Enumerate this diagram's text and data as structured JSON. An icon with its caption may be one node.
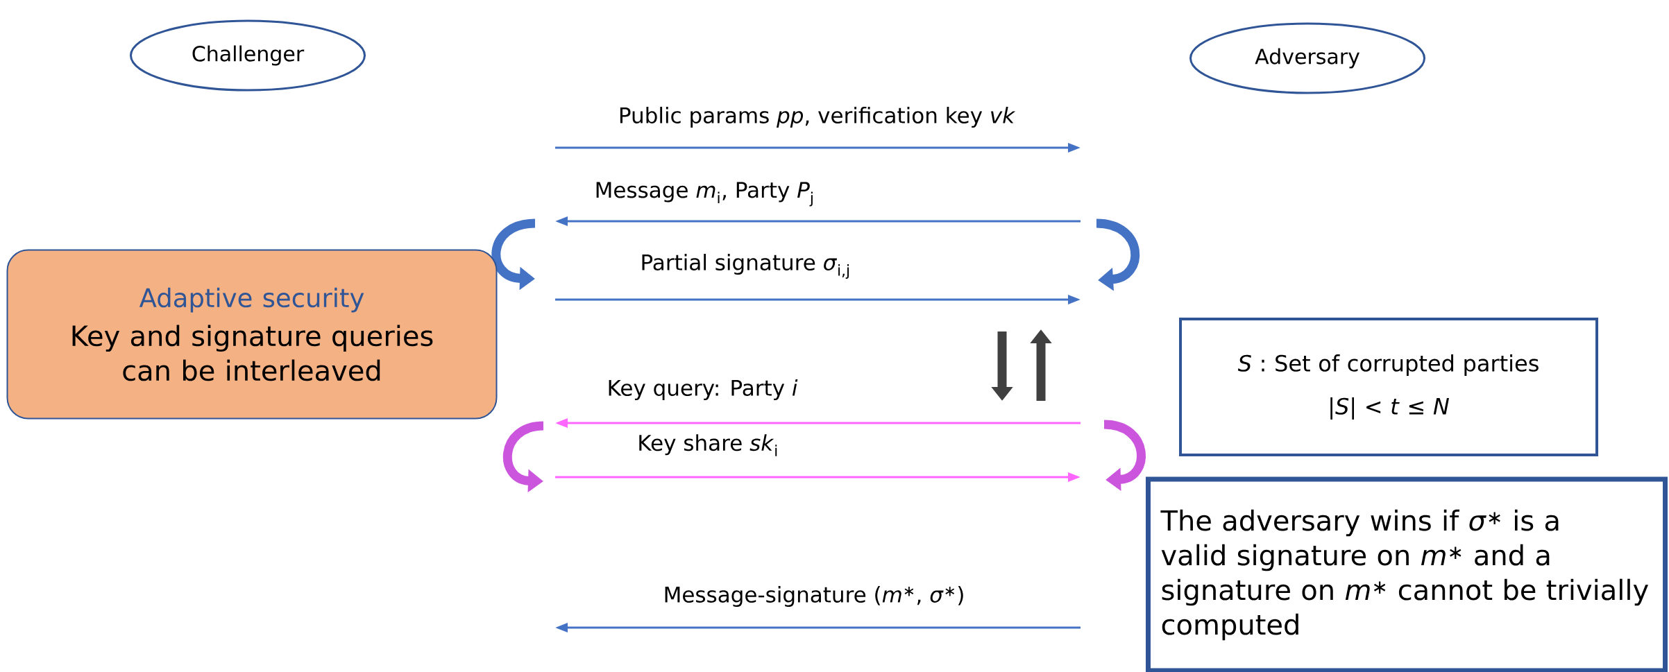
{
  "diagram": {
    "nodes": [
      {
        "text": [
          "Challenger"
        ]
      },
      {
        "text": [
          "Adversary"
        ]
      },
      {
        "text": [
          "Adaptive security",
          "Key and signature queries can be interleaved"
        ]
      },
      {
        "text": [
          "*S* : Set of corrupted parties",
          "|*S*| < *t* ≤ *N*"
        ]
      },
      {
        "text": [
          "The adversary wins if *σ*$^{∗}$ is a valid signature on *m*$^{∗}$ and a signature on *m*$^{∗}$ cannot be trivially computed"
        ]
      }
    ],
    "labels": [
      "Public params *pp*, verification key *vk*",
      "Message *m*$_{i}$, Party *P*$_{j}$",
      "Partial signature *σ*$_{i,j}$",
      "Key query: Party *i*",
      "Key share *sk*$_{i}$",
      "Message-signature (*m*$^{∗}$, *σ*$^{∗}$)"
    ]
  }
}
